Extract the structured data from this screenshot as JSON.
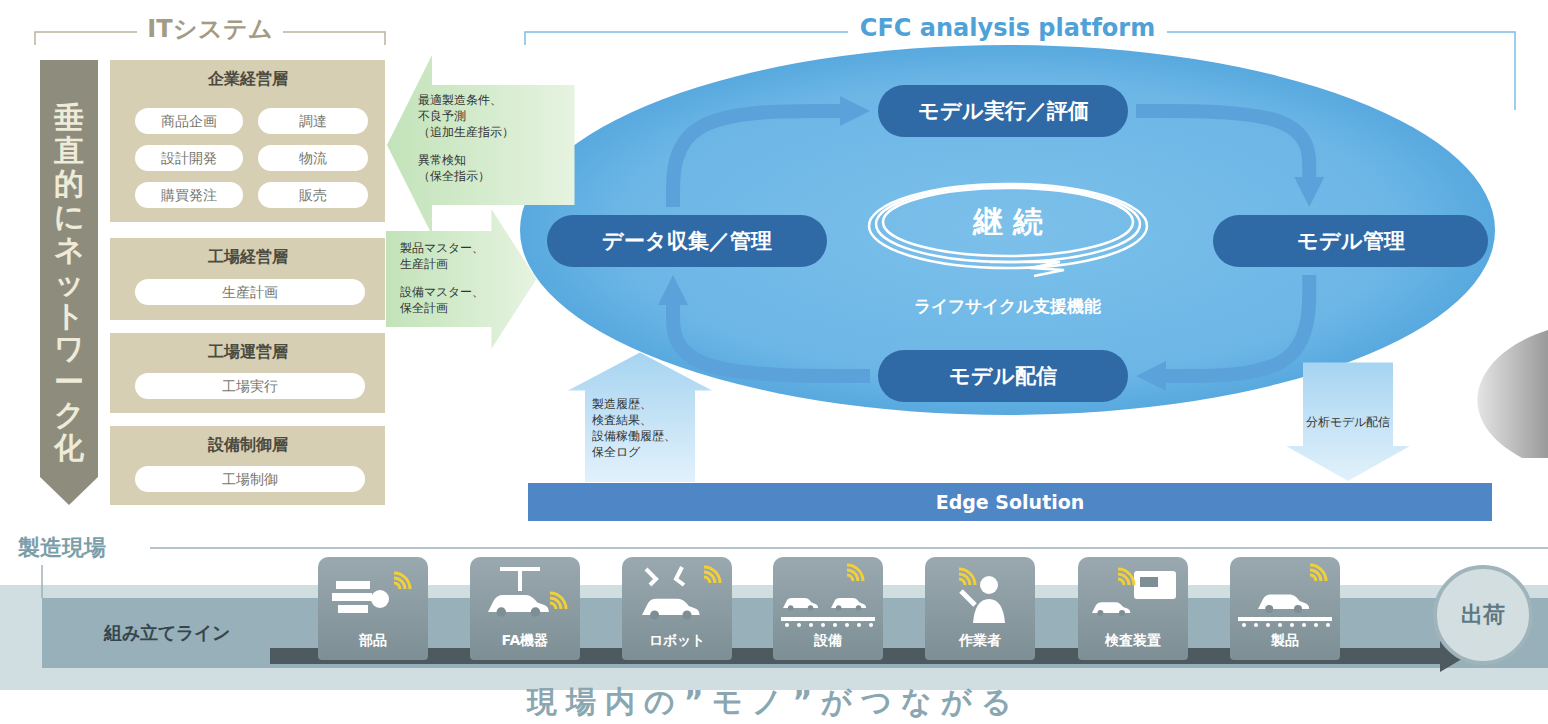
{
  "diagram": {
    "caption": "現場内の”モノ”がつながる",
    "nodes": [
      {
        "text": [
          "垂直的にネットワーク化"
        ]
      },
      {
        "text": [
          "企業経営層"
        ]
      },
      {
        "text": [
          "商品企画"
        ],
        "in": 1
      },
      {
        "text": [
          "調達"
        ],
        "in": 1
      },
      {
        "text": [
          "設計開発"
        ],
        "in": 1
      },
      {
        "text": [
          "物流"
        ],
        "in": 1
      },
      {
        "text": [
          "購買発注"
        ],
        "in": 1
      },
      {
        "text": [
          "販売"
        ],
        "in": 1
      },
      {
        "text": [
          "工場経営層"
        ]
      },
      {
        "text": [
          "生産計画"
        ],
        "in": 8
      },
      {
        "text": [
          "工場運営層"
        ]
      },
      {
        "text": [
          "工場実行"
        ],
        "in": 10
      },
      {
        "text": [
          "設備制御層"
        ]
      },
      {
        "text": [
          "工場制御"
        ],
        "in": 12
      },
      {
        "text": [
          "CFC analysis platform",
          "継続",
          "ライフサイクル支援機能"
        ]
      },
      {
        "text": [
          "モデル実行／評価"
        ],
        "in": 14
      },
      {
        "text": [
          "モデル管理"
        ],
        "in": 14
      },
      {
        "text": [
          "モデル配信"
        ],
        "in": 14
      },
      {
        "text": [
          "データ収集／管理"
        ],
        "in": 14
      },
      {
        "text": [
          "Edge Solution"
        ]
      },
      {
        "text": [
          "組み立てライン"
        ]
      },
      {
        "text": [
          "部品"
        ],
        "in": 20
      },
      {
        "text": [
          "FA機器"
        ],
        "in": 20
      },
      {
        "text": [
          "ロボット"
        ],
        "in": 20
      },
      {
        "text": [
          "設備"
        ],
        "in": 20
      },
      {
        "text": [
          "作業者"
        ],
        "in": 20
      },
      {
        "text": [
          "検査装置"
        ],
        "in": 20
      },
      {
        "text": [
          "製品"
        ],
        "in": 20
      },
      {
        "text": [
          "出荷"
        ],
        "in": 20
      }
    ],
    "edges": [
      {
        "from": 18,
        "to": 15,
        "arrow": "to"
      },
      {
        "from": 15,
        "to": 16,
        "arrow": "to"
      },
      {
        "from": 16,
        "to": 17,
        "arrow": "to"
      },
      {
        "from": 17,
        "to": 18,
        "arrow": "to"
      },
      {
        "from": 14,
        "to": 1,
        "arrow": "to"
      },
      {
        "from": 8,
        "to": 14,
        "arrow": "to"
      },
      {
        "from": 19,
        "to": 14,
        "arrow": "to"
      },
      {
        "from": 14,
        "to": 19,
        "label": "分析モデル配信",
        "arrow": "to"
      }
    ],
    "labels": [
      "ITシステム",
      "最適製造条件、 不良予測 （追加生産指示）",
      "異常検知 （保全指示）",
      "製品マスター、 生産計画",
      "設備マスター、 保全計画",
      "製造履歴、 検査結果、 設備稼働履歴、 保全ログ",
      "製造現場"
    ]
  }
}
